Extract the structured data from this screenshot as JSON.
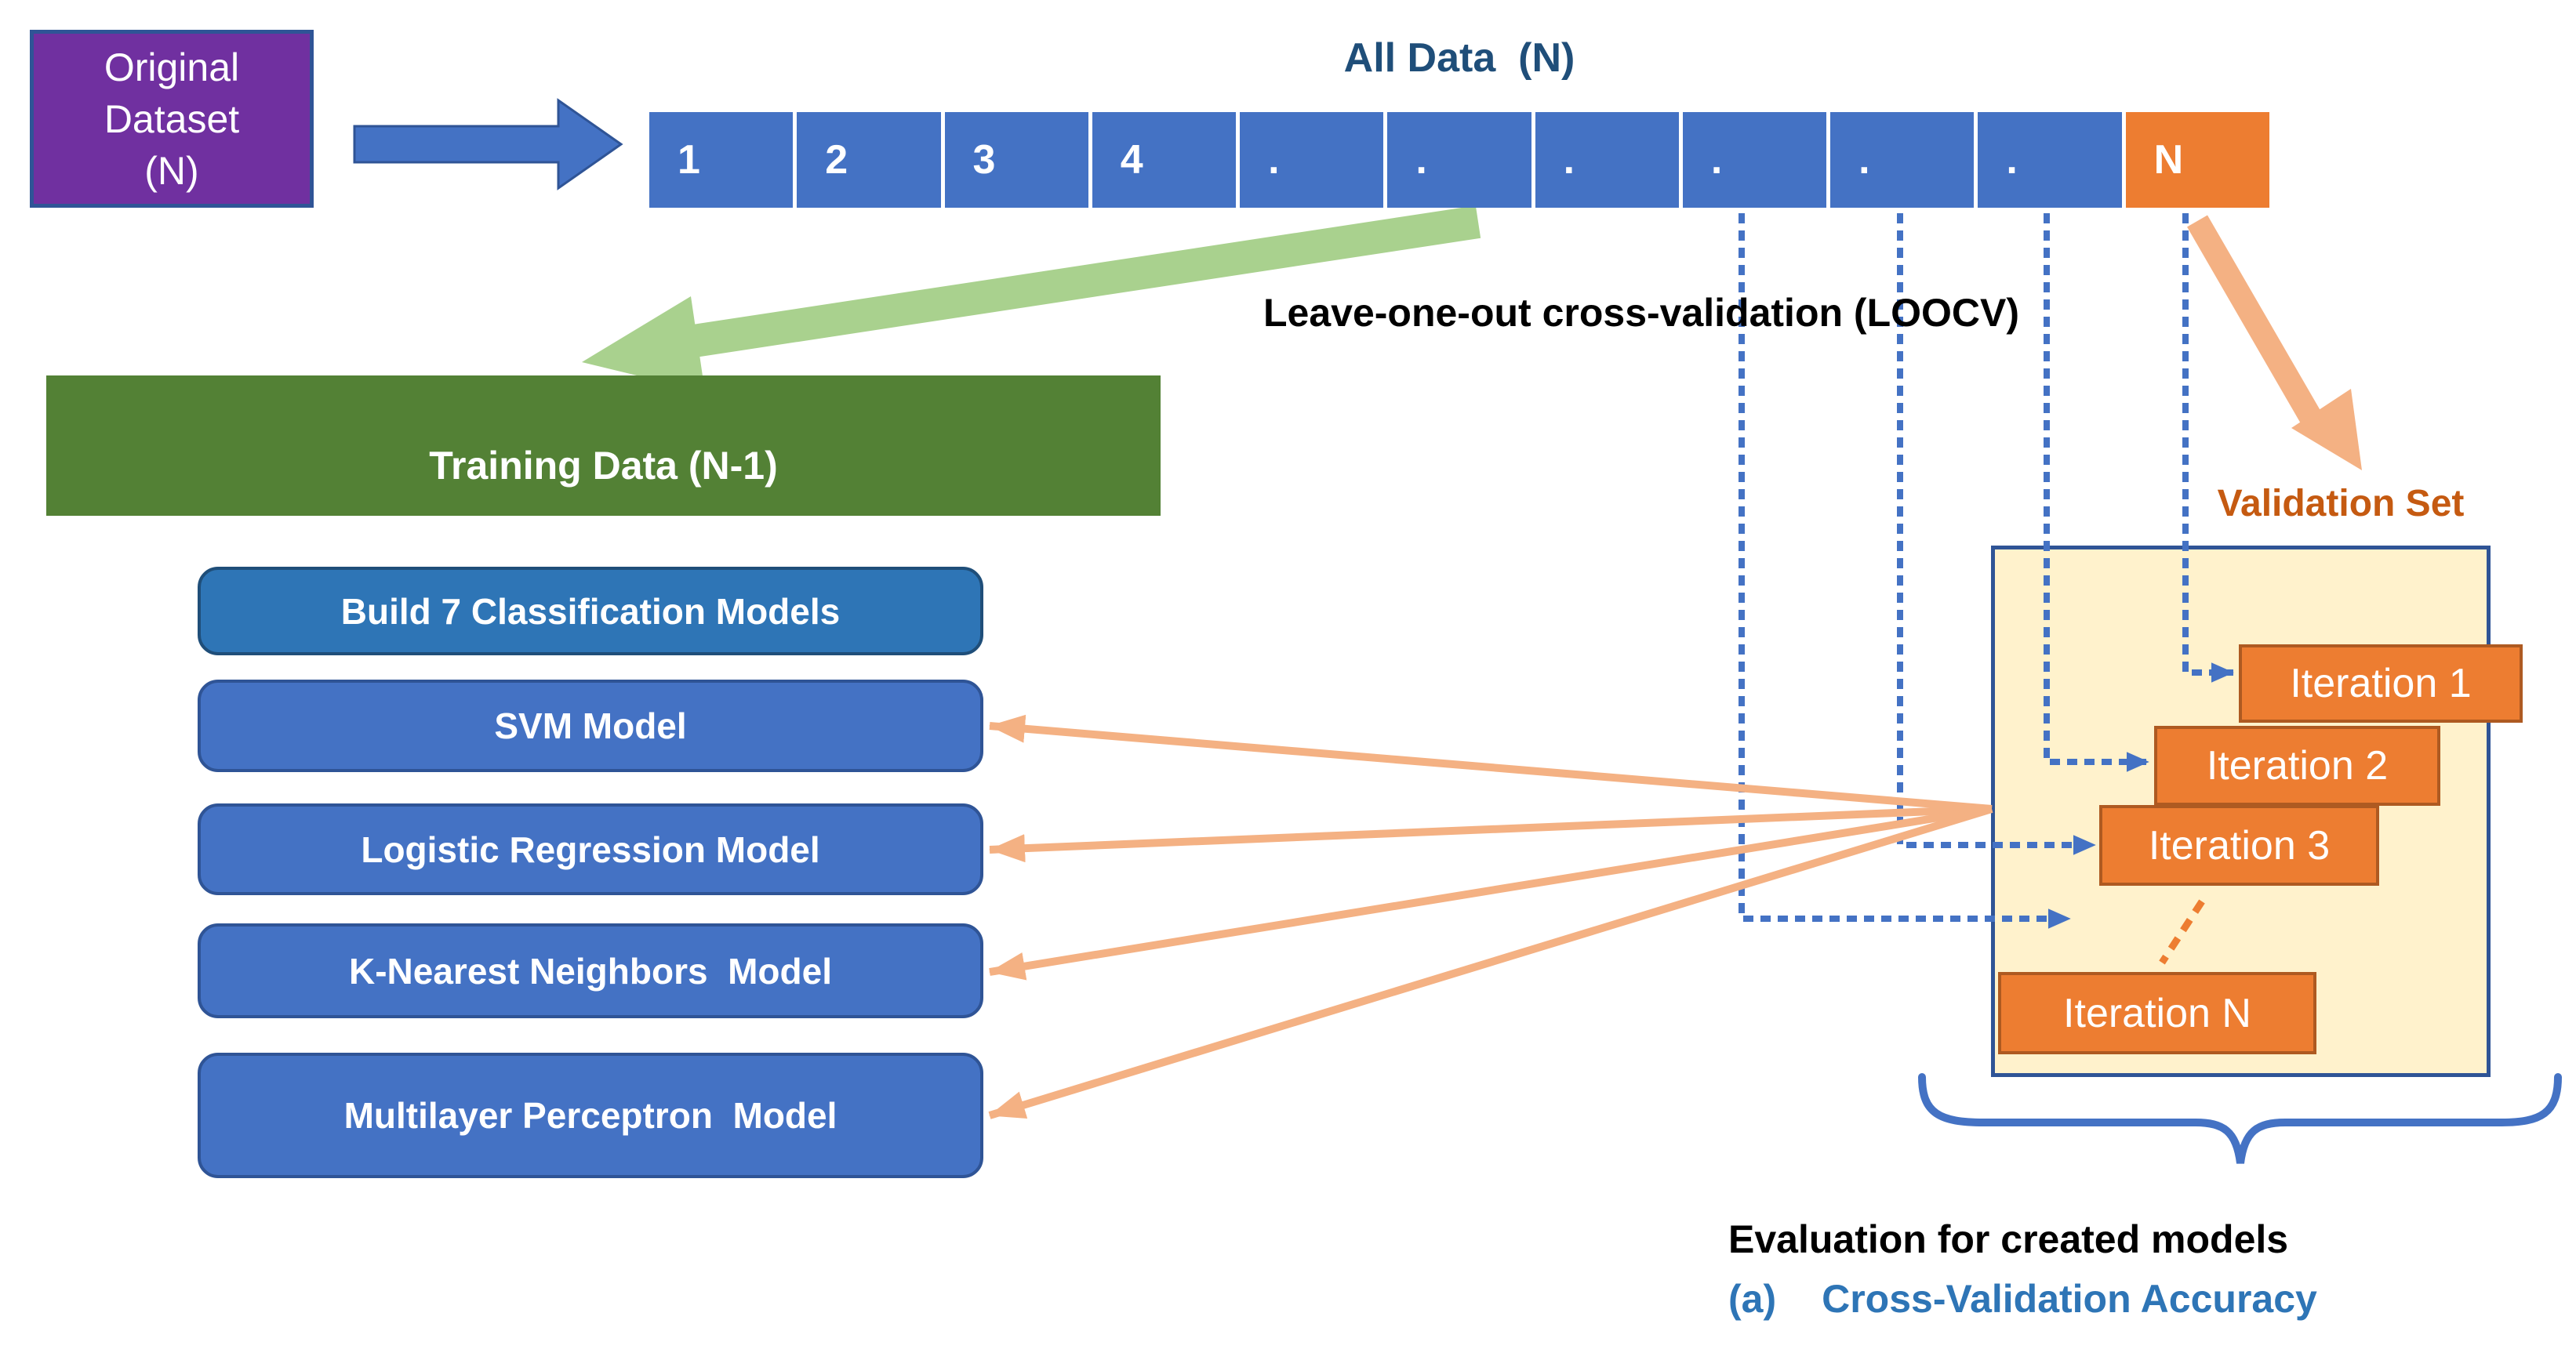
{
  "colors": {
    "blue": "#4472C4",
    "blue_dark": "#2F5496",
    "blue_alt": "#2E75B6",
    "navy": "#1F4E79",
    "orange": "#ED7D31",
    "orange_dark": "#AE5A21",
    "orange_deep": "#C55A11",
    "peach": "#F4B183",
    "green": "#538135",
    "green_light": "#A9D18E",
    "purple": "#7030A0",
    "cream": "#FFF2CC",
    "text_blue": "#2E75B6"
  },
  "original_dataset": {
    "line1": "Original",
    "line2": "Dataset",
    "line3": "(N)"
  },
  "all_data": {
    "title": "All Data  (N)",
    "cells": [
      "1",
      "2",
      "3",
      "4",
      ".",
      ".",
      ".",
      ".",
      ".",
      ".",
      "N"
    ]
  },
  "loocv_label": "Leave-one-out cross-validation (LOOCV)",
  "training": {
    "label": "Training Data (N-1)"
  },
  "models": [
    "Build 7 Classification Models",
    "SVM Model",
    "Logistic Regression Model",
    "K-Nearest Neighbors  Model",
    "Multilayer Perceptron  Model"
  ],
  "validation": {
    "label": "Validation Set",
    "iterations": [
      "Iteration 1",
      "Iteration 2",
      "Iteration 3",
      "Iteration N"
    ]
  },
  "evaluation": {
    "line1": "Evaluation for created models",
    "marker": "(a)",
    "line2": "Cross-Validation Accuracy"
  }
}
